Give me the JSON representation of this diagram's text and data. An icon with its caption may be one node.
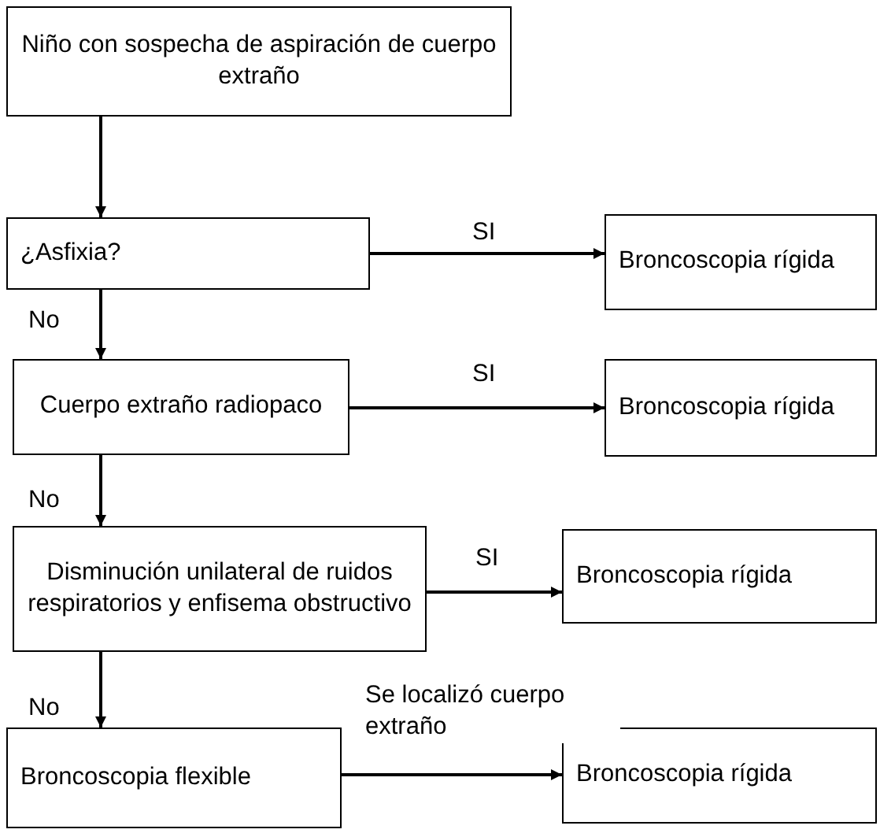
{
  "diagram": {
    "nodes": [
      {
        "text": [
          "Niño con sospecha de aspiración de cuerpo extraño"
        ]
      },
      {
        "text": [
          "¿Asfixia?"
        ]
      },
      {
        "text": [
          "Broncoscopia rígida"
        ]
      },
      {
        "text": [
          "Cuerpo extraño radiopaco"
        ]
      },
      {
        "text": [
          "Broncoscopia rígida"
        ]
      },
      {
        "text": [
          "Disminución unilateral de ruidos respiratorios y enfisema obstructivo"
        ]
      },
      {
        "text": [
          "Broncoscopia rígida"
        ]
      },
      {
        "text": [
          "Broncoscopia flexible"
        ]
      },
      {
        "text": [
          "Broncoscopia rígida"
        ]
      }
    ],
    "edges": [
      {
        "from": 0,
        "to": 1,
        "arrow": "to"
      },
      {
        "from": 1,
        "to": 2,
        "arrow": "to",
        "label": "SI"
      },
      {
        "from": 1,
        "to": 3,
        "arrow": "to",
        "label": "No"
      },
      {
        "from": 3,
        "to": 4,
        "arrow": "to",
        "label": "SI"
      },
      {
        "from": 3,
        "to": 5,
        "arrow": "to",
        "label": "No"
      },
      {
        "from": 5,
        "to": 6,
        "arrow": "to",
        "label": "SI"
      },
      {
        "from": 5,
        "to": 7,
        "arrow": "to",
        "label": "No"
      },
      {
        "from": 7,
        "to": 8,
        "arrow": "to",
        "label": "Se localizó cuerpo extraño"
      }
    ]
  }
}
